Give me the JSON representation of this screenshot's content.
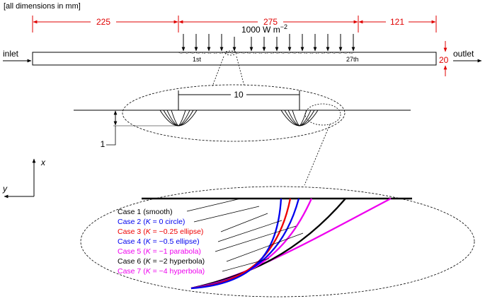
{
  "header": {
    "note": "[all dimensions in mm]"
  },
  "channel": {
    "inlet_label": "inlet",
    "outlet_label": "outlet",
    "height_dim": "20",
    "dims": {
      "upstream": "225",
      "heated": "275",
      "downstream": "121"
    },
    "heat_flux": {
      "value": "1000 W m",
      "exponent": "−2"
    },
    "first_dimple": "1st",
    "last_dimple": "27th"
  },
  "detail": {
    "pitch_dim": "10",
    "depth_dim": "1"
  },
  "axes": {
    "x_label": "x",
    "y_label": "y"
  },
  "legend": {
    "cases": [
      {
        "prefix": "Case 1 ",
        "open": "(smooth)",
        "K": "",
        "rest": "",
        "color": "#000000"
      },
      {
        "prefix": "Case 2 ",
        "open": "(",
        "K": "K",
        "rest": " = 0 circle)",
        "color": "#0000ee"
      },
      {
        "prefix": "Case 3 ",
        "open": "(",
        "K": "K",
        "rest": " = −0.25 ellipse)",
        "color": "#ee0000"
      },
      {
        "prefix": "Case 4 ",
        "open": "(",
        "K": "K",
        "rest": " = −0.5 ellipse)",
        "color": "#0000ee"
      },
      {
        "prefix": "Case 5 ",
        "open": "(",
        "K": "K",
        "rest": " = −1 parabola)",
        "color": "#ee00ee"
      },
      {
        "prefix": "Case 6 ",
        "open": "(",
        "K": "K",
        "rest": " = −2 hyperbola)",
        "color": "#000000"
      },
      {
        "prefix": "Case 7 ",
        "open": "(",
        "K": "K",
        "rest": " = −4 hyperbola)",
        "color": "#ee00ee"
      }
    ]
  },
  "colors": {
    "dimension": "#e00000",
    "blue": "#0000ee",
    "magenta": "#ee00ee",
    "red": "#ee0000"
  },
  "icons": [
    "arrow-icon",
    "ellipse-callout"
  ]
}
